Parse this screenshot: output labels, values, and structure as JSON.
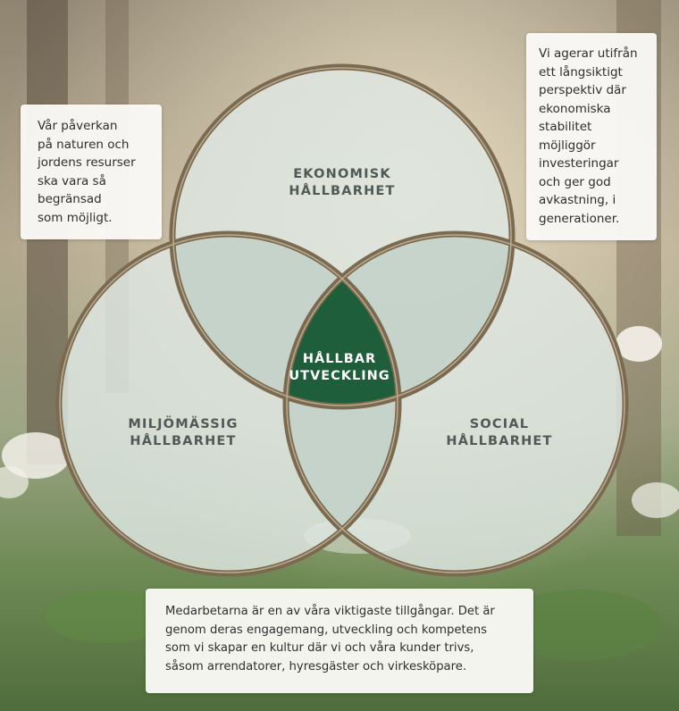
{
  "diagram": {
    "circles": [
      {
        "name": "ekonomisk",
        "lines": [
          "EKONOMISK",
          "HÅLLBARHET"
        ]
      },
      {
        "name": "miljomassig",
        "lines": [
          "MILJÖMÄSSIG",
          "HÅLLBARHET"
        ]
      },
      {
        "name": "social",
        "lines": [
          "SOCIAL",
          "HÅLLBARHET"
        ]
      }
    ],
    "center": {
      "lines": [
        "HÅLLBAR",
        "UTVECKLING"
      ],
      "color": "#1f5e3a"
    },
    "ring_color": "#7a6a52",
    "circle_fill": "#dfe7e2"
  },
  "notes": {
    "left": [
      "Vår påverkan",
      "på naturen och",
      "jordens resurser",
      "ska vara så",
      "begränsad",
      "som möjligt."
    ],
    "right": [
      "Vi agerar utifrån",
      "ett långsiktigt",
      "perspektiv där",
      "ekonomiska",
      "stabilitet",
      "möjliggör",
      "investeringar",
      "och ger god",
      "avkastning, i",
      "generationer."
    ],
    "bottom": [
      "Medarbetarna är en av våra viktigaste tillgångar. Det är",
      "genom deras engagemang, utveckling och kompetens",
      "som vi skapar en kultur där vi och våra kunder trivs,",
      "såsom arrendatorer, hyresgäster och virkesköpare."
    ]
  }
}
